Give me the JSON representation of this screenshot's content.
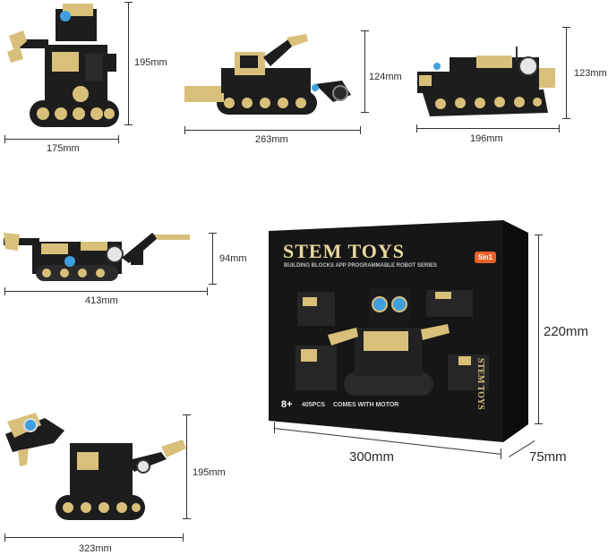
{
  "colors": {
    "gold": "#d8c07a",
    "black": "#1d1d1d",
    "box_bg": "#161616",
    "accent_orange": "#e8622a",
    "eye_blue": "#3fa0e0",
    "dim_line": "#333333"
  },
  "dimensions": {
    "robot_height": "195mm",
    "robot_width": "175mm",
    "excavator_height": "124mm",
    "excavator_width": "263mm",
    "tank_height": "123mm",
    "tank_width": "196mm",
    "crane_height": "94mm",
    "crane_width": "413mm",
    "dino_height": "195mm",
    "dino_width": "323mm",
    "box_height": "220mm",
    "box_width": "300mm",
    "box_depth": "75mm"
  },
  "box": {
    "title": "STEM TOYS",
    "subtitle": "BUILDING BLOCKS APP PROGRAMMABLE ROBOT SERIES",
    "badge": "5in1",
    "age": "8+",
    "pieces": "405PCS",
    "motor": "COMES WITH MOTOR",
    "side_text": "STEM TOYS"
  }
}
